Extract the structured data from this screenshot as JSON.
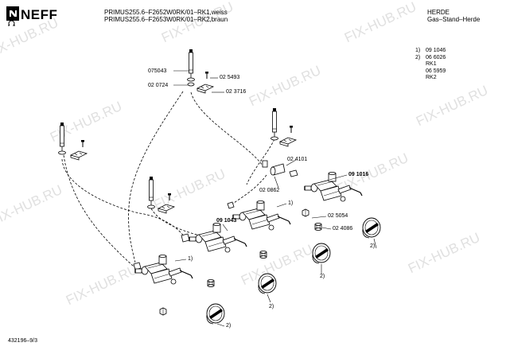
{
  "header": {
    "logo_text": "NEFF",
    "models": [
      "PRIMUS255.6–F2652W0RK/01–RK1,weiss",
      "PRIMUS255.6–F2653W0RK/01–RK2,braun"
    ],
    "category": "HERDE",
    "subcategory": "Gas–Stand–Herde"
  },
  "notes": [
    {
      "marker": "1)",
      "text": "09 1046"
    },
    {
      "marker": "2)",
      "text": "06 6026"
    },
    {
      "marker": "",
      "text": "RK1"
    },
    {
      "marker": "",
      "text": "06 5959"
    },
    {
      "marker": "",
      "text": "RK2"
    }
  ],
  "parts": {
    "p075043": "075043",
    "p025493": "02 5493",
    "p020724": "02 0724",
    "p023716": "02 3716",
    "p024101": "02 4101",
    "p091016": "09 1016",
    "p020862": "02 0862",
    "p091043": "09 1043",
    "p025054": "02 5054",
    "p024086": "02 4086"
  },
  "refs": {
    "r1": "1)",
    "r2": "2)"
  },
  "footer": {
    "drawing_number": "432196–9/3"
  },
  "watermark": "FIX-HUB.RU",
  "colors": {
    "ink": "#000000",
    "watermark": "#c8c8c8"
  }
}
